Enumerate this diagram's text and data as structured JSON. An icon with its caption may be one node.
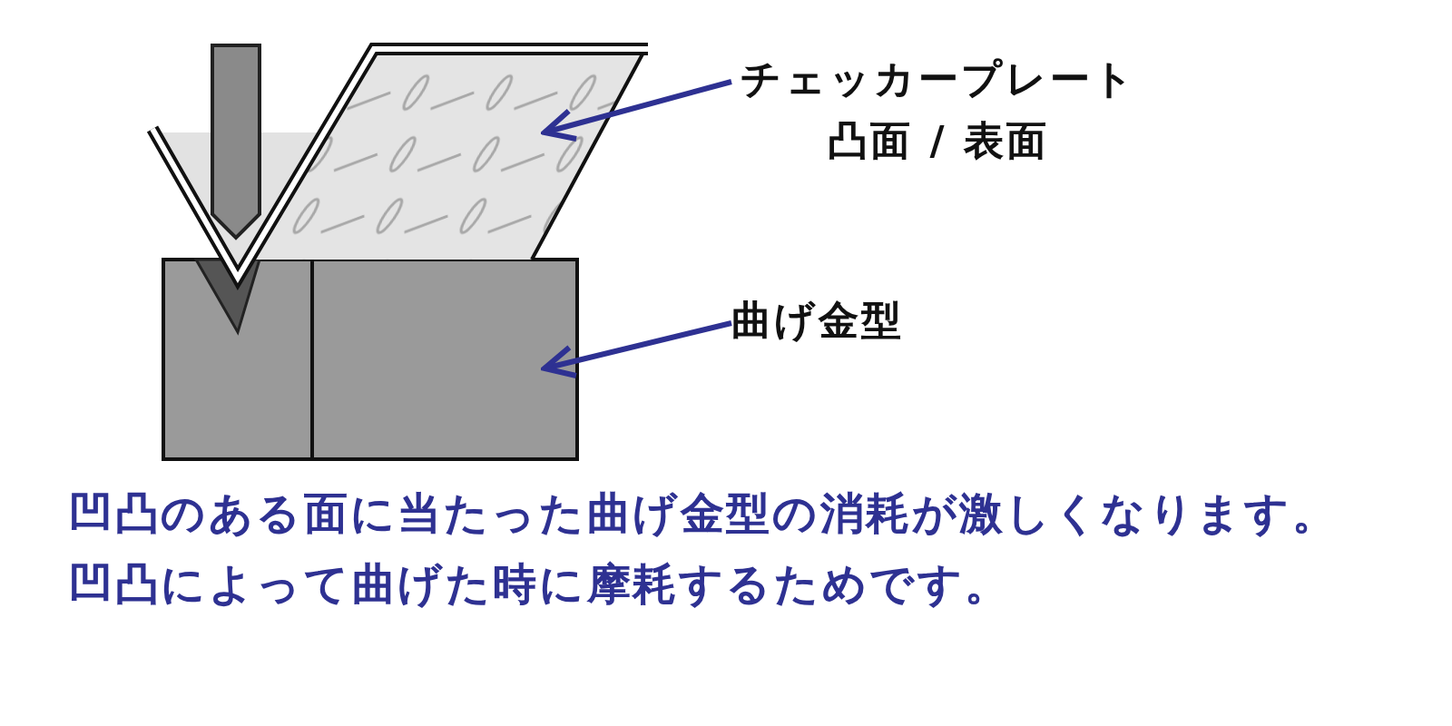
{
  "diagram": {
    "nodes": [
      {
        "text": [],
        "shape": "bar"
      },
      {
        "text": [],
        "shape": "picture"
      },
      {
        "text": [
          "チェッカープレート",
          "凸面 / 表面"
        ]
      },
      {
        "text": [],
        "shape": "box"
      },
      {
        "text": [
          "曲げ金型"
        ]
      }
    ],
    "edges": [
      {
        "from": 2,
        "to": 1,
        "arrow": "to"
      },
      {
        "from": 4,
        "to": 3,
        "arrow": "to"
      }
    ],
    "labels": [
      "凹凸のある面に当たった曲げ金型の消耗が激しくなります。凹凸によって曲げた時に摩耗するためです。"
    ]
  }
}
